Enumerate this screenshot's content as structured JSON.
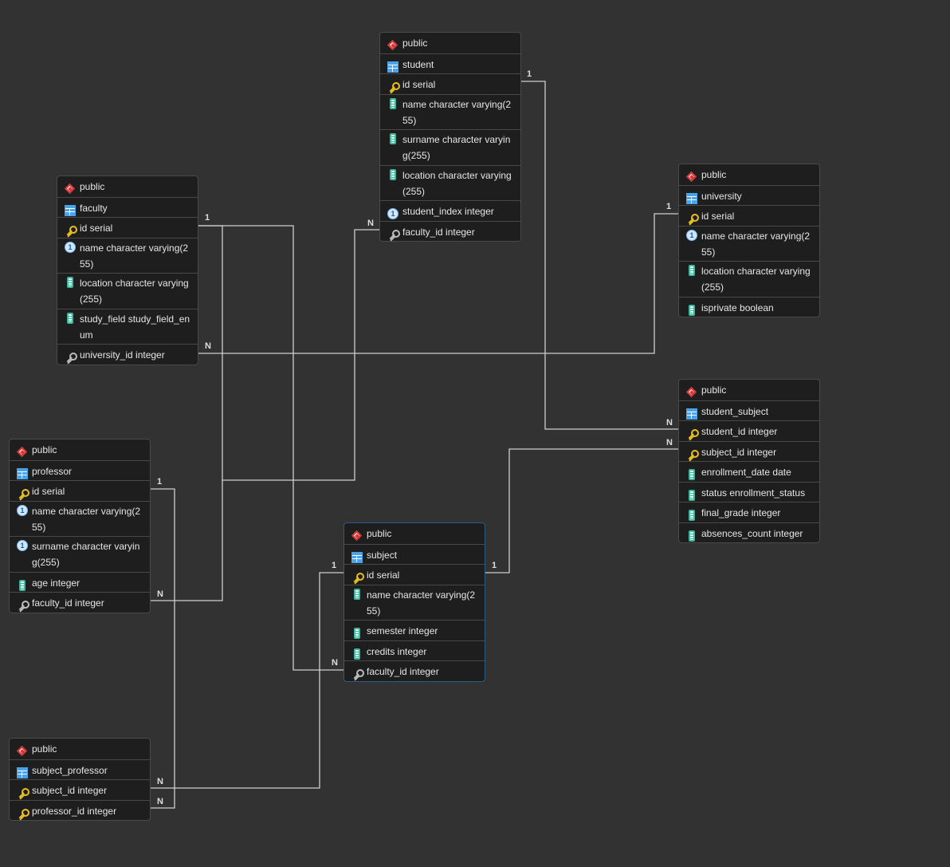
{
  "tables": [
    {
      "id": "student",
      "schema": "public",
      "name": "student",
      "columns": [
        {
          "text": "id serial",
          "icon": "pk"
        },
        {
          "text": "name character varying(255)",
          "icon": "col"
        },
        {
          "text": "surname character varying(255)",
          "icon": "col"
        },
        {
          "text": "location character varying(255)",
          "icon": "col"
        },
        {
          "text": "student_index integer",
          "icon": "uniq"
        },
        {
          "text": "faculty_id integer",
          "icon": "fk"
        }
      ]
    },
    {
      "id": "faculty",
      "schema": "public",
      "name": "faculty",
      "columns": [
        {
          "text": "id serial",
          "icon": "pk"
        },
        {
          "text": "name character varying(255)",
          "icon": "uniq"
        },
        {
          "text": "location character varying(255)",
          "icon": "col"
        },
        {
          "text": "study_field study_field_enum",
          "icon": "col"
        },
        {
          "text": "university_id integer",
          "icon": "fk"
        }
      ]
    },
    {
      "id": "university",
      "schema": "public",
      "name": "university",
      "columns": [
        {
          "text": "id serial",
          "icon": "pk"
        },
        {
          "text": "name character varying(255)",
          "icon": "uniq"
        },
        {
          "text": "location character varying(255)",
          "icon": "col"
        },
        {
          "text": "isprivate boolean",
          "icon": "col"
        }
      ]
    },
    {
      "id": "student_subject",
      "schema": "public",
      "name": "student_subject",
      "columns": [
        {
          "text": "student_id integer",
          "icon": "pk"
        },
        {
          "text": "subject_id integer",
          "icon": "pk"
        },
        {
          "text": "enrollment_date date",
          "icon": "col"
        },
        {
          "text": "status enrollment_status",
          "icon": "col"
        },
        {
          "text": "final_grade integer",
          "icon": "col"
        },
        {
          "text": "absences_count integer",
          "icon": "col"
        }
      ]
    },
    {
      "id": "professor",
      "schema": "public",
      "name": "professor",
      "columns": [
        {
          "text": "id serial",
          "icon": "pk"
        },
        {
          "text": "name character varying(255)",
          "icon": "uniq"
        },
        {
          "text": "surname character varying(255)",
          "icon": "uniq"
        },
        {
          "text": "age integer",
          "icon": "col"
        },
        {
          "text": "faculty_id integer",
          "icon": "fk"
        }
      ]
    },
    {
      "id": "subject",
      "schema": "public",
      "name": "subject",
      "columns": [
        {
          "text": "id serial",
          "icon": "pk"
        },
        {
          "text": "name character varying(255)",
          "icon": "col"
        },
        {
          "text": "semester integer",
          "icon": "col"
        },
        {
          "text": "credits integer",
          "icon": "col"
        },
        {
          "text": "faculty_id integer",
          "icon": "fk"
        }
      ]
    },
    {
      "id": "subject_professor",
      "schema": "public",
      "name": "subject_professor",
      "columns": [
        {
          "text": "subject_id integer",
          "icon": "pk"
        },
        {
          "text": "professor_id integer",
          "icon": "pk"
        }
      ]
    }
  ],
  "cardinality": {
    "one": "1",
    "many": "N"
  },
  "colors": {
    "background": "#323232",
    "table": "#1e1e1e",
    "link": "#d0d0d0",
    "selected_border": "#2c5c86"
  }
}
